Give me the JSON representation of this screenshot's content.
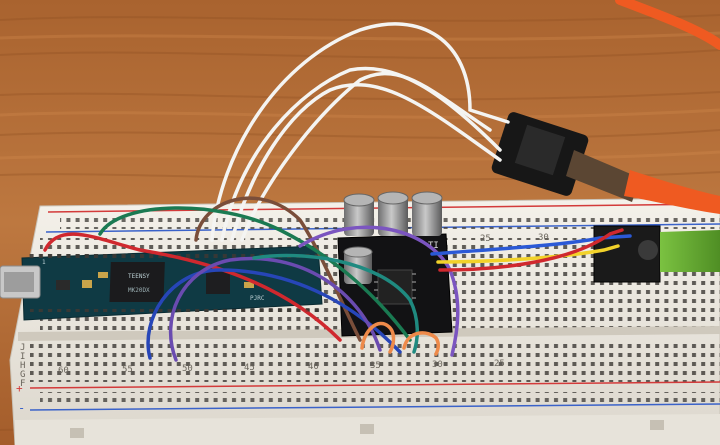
{
  "board": {
    "label_top": "1",
    "label_brand": "TEENSY",
    "label_chip": "MK20DX",
    "label_pjrc": "PJRC"
  },
  "amp": {
    "label": "TI"
  },
  "breadboard": {
    "numbers": [
      "60",
      "55",
      "50",
      "45",
      "40",
      "35",
      "30",
      "25"
    ],
    "numbers_top": [
      "25",
      "30"
    ],
    "row_letters": [
      "J",
      "I",
      "H",
      "G",
      "F"
    ],
    "rail_plus": "+",
    "rail_minus": "-"
  },
  "colors": {
    "wood": "#b8713a",
    "breadboard": "#eeeae2",
    "rail_red": "#d33a3a",
    "rail_blue": "#3a62c9",
    "pcb_teensy": "#0f3a44",
    "pcb_amp": "#121214"
  }
}
